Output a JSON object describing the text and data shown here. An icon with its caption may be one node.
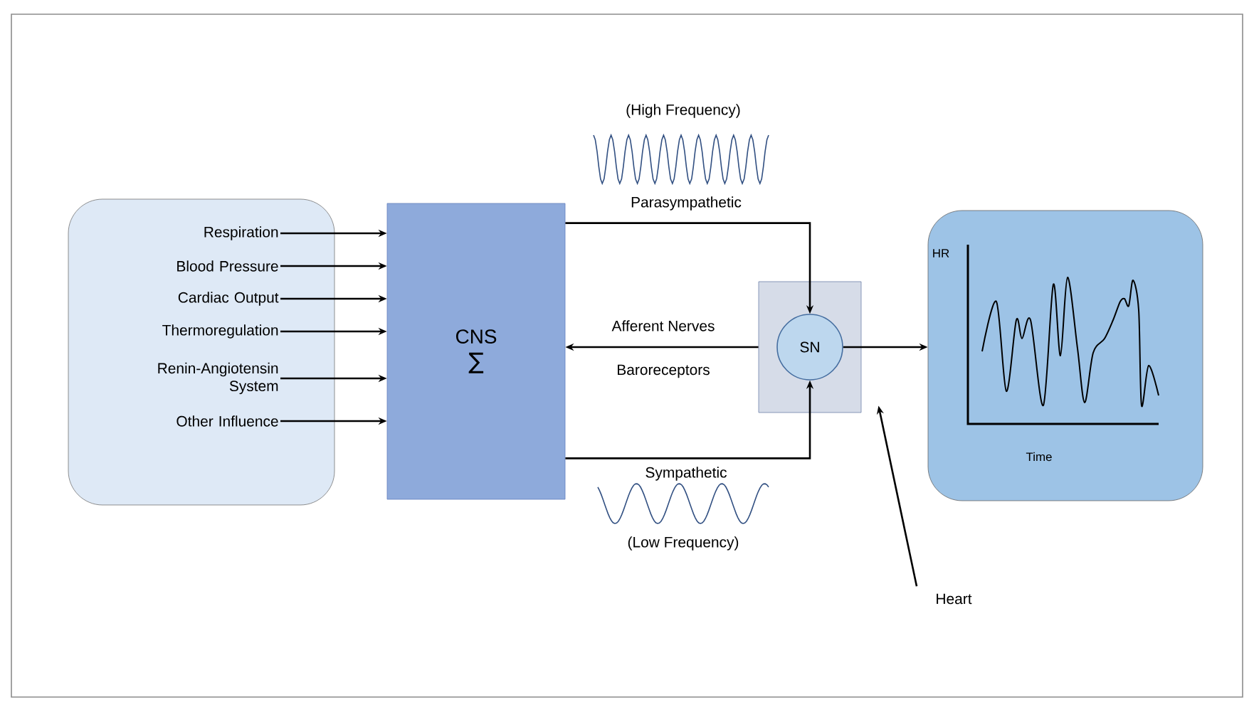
{
  "diagram": {
    "nodes": [
      {
        "text": [],
        "shape": "box"
      },
      {
        "text": [
          "Respiration"
        ],
        "in": 0
      },
      {
        "text": [
          "Blood Pressure"
        ],
        "in": 0
      },
      {
        "text": [
          "Cardiac Output"
        ],
        "in": 0
      },
      {
        "text": [
          "Thermoregulation"
        ],
        "in": 0
      },
      {
        "text": [
          "Renin-Angiotensin System"
        ],
        "in": 0
      },
      {
        "text": [
          "Other Influence"
        ],
        "in": 0
      },
      {
        "text": [
          "CNS",
          "∑"
        ]
      },
      {
        "text": [],
        "shape": "box"
      },
      {
        "text": [
          "SN"
        ],
        "in": 8
      },
      {
        "text": [
          "Heart"
        ]
      },
      {
        "text": [],
        "shape": "box"
      }
    ],
    "edges": [
      {
        "from": 1,
        "to": 7,
        "arrow": "to"
      },
      {
        "from": 2,
        "to": 7,
        "arrow": "to"
      },
      {
        "from": 3,
        "to": 7,
        "arrow": "to"
      },
      {
        "from": 4,
        "to": 7,
        "arrow": "to"
      },
      {
        "from": 5,
        "to": 7,
        "arrow": "to"
      },
      {
        "from": 6,
        "to": 7,
        "arrow": "to"
      },
      {
        "from": 7,
        "to": 9,
        "arrow": "to",
        "label": "Parasympathetic"
      },
      {
        "from": 8,
        "to": 7,
        "arrow": "to",
        "label": "Afferent Nerves"
      },
      {
        "from": 7,
        "to": 9,
        "arrow": "to",
        "label": "Sympathetic"
      },
      {
        "from": 9,
        "to": 11,
        "arrow": "to"
      },
      {
        "from": 10,
        "to": 8,
        "arrow": "to"
      }
    ],
    "labels": [
      "(High Frequency)",
      "Baroreceptors",
      "(Low Frequency)",
      "HR",
      "Time"
    ]
  }
}
